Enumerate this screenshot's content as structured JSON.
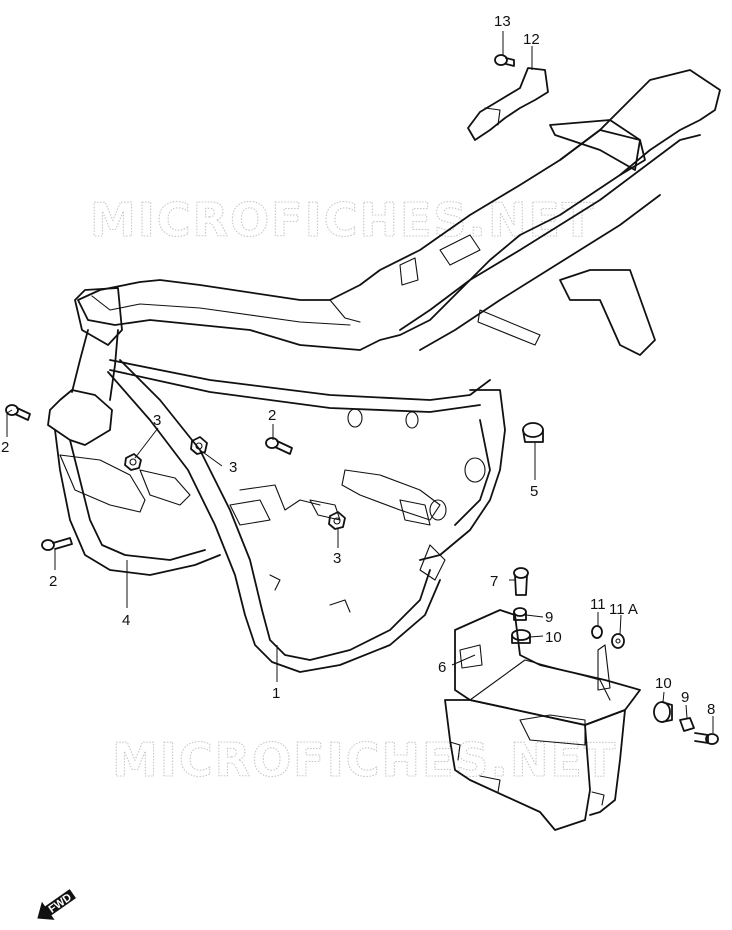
{
  "watermarks": [
    "MICROFICHES.NET",
    "MICROFICHES.NET"
  ],
  "callouts": {
    "c1": "1",
    "c2a": "2",
    "c2b": "2",
    "c2c": "2",
    "c3a": "3",
    "c3b": "3",
    "c3c": "3",
    "c4": "4",
    "c5": "5",
    "c6": "6",
    "c7": "7",
    "c8": "8",
    "c9a": "9",
    "c9b": "9",
    "c10a": "10",
    "c10b": "10",
    "c11": "11",
    "c11a": "11 A",
    "c12": "12",
    "c13": "13"
  },
  "fwd_label": "FWD"
}
